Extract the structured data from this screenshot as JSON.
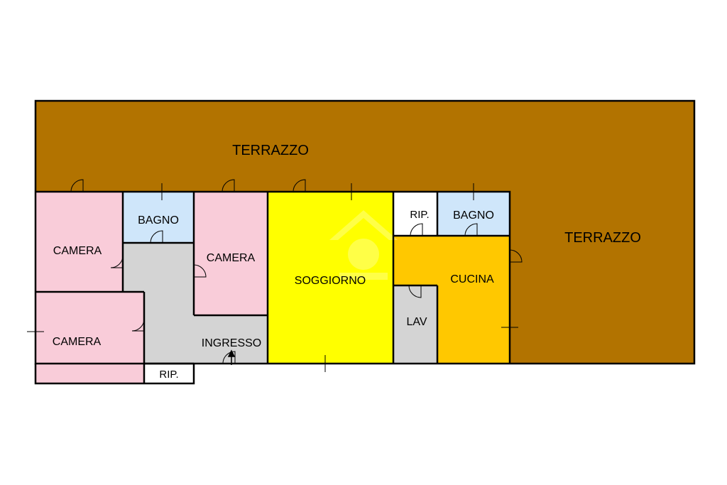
{
  "colors": {
    "terrace": "#B27300",
    "bedroom": "#F9CCD9",
    "bathroom": "#CFE6FA",
    "corridor": "#D4D4D4",
    "living": "#FFFF00",
    "kitchen": "#FFC800",
    "storage": "#FFFFFF",
    "laundry": "#D4D4D4",
    "wall": "#000000"
  },
  "rooms": {
    "terrazzo_top": "TERRAZZO",
    "terrazzo_right": "TERRAZZO",
    "camera_1": "CAMERA",
    "camera_2": "CAMERA",
    "camera_3": "CAMERA",
    "bagno_1": "BAGNO",
    "bagno_2": "BAGNO",
    "soggiorno": "SOGGIORNO",
    "cucina": "CUCINA",
    "lav": "LAV",
    "ingresso": "INGRESSO",
    "rip_1": "RIP.",
    "rip_2": "RIP."
  },
  "icons": {
    "entrance": "arrow-up-icon",
    "watermark": "house-watermark-icon"
  }
}
